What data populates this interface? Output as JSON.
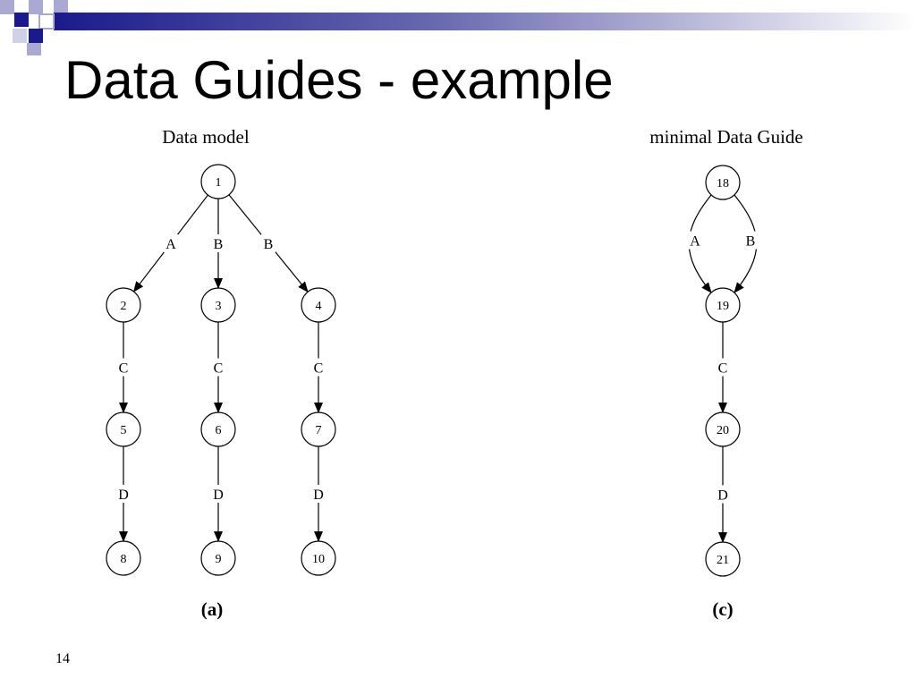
{
  "slide": {
    "title": "Data Guides - example",
    "number": "14"
  },
  "colors": {
    "accent": "#1a1a8c",
    "accent_light": "#a9a9d4",
    "text": "#000000"
  },
  "data_model": {
    "heading": "Data model",
    "caption": "(a)",
    "nodes": [
      "1",
      "2",
      "3",
      "4",
      "5",
      "6",
      "7",
      "8",
      "9",
      "10"
    ],
    "edges": [
      {
        "from": "1",
        "to": "2",
        "label": "A"
      },
      {
        "from": "1",
        "to": "3",
        "label": "B"
      },
      {
        "from": "1",
        "to": "4",
        "label": "B"
      },
      {
        "from": "2",
        "to": "5",
        "label": "C"
      },
      {
        "from": "3",
        "to": "6",
        "label": "C"
      },
      {
        "from": "4",
        "to": "7",
        "label": "C"
      },
      {
        "from": "5",
        "to": "8",
        "label": "D"
      },
      {
        "from": "6",
        "to": "9",
        "label": "D"
      },
      {
        "from": "7",
        "to": "10",
        "label": "D"
      }
    ]
  },
  "data_guide": {
    "heading": "minimal Data Guide",
    "caption": "(c)",
    "nodes": [
      "18",
      "19",
      "20",
      "21"
    ],
    "edges": [
      {
        "from": "18",
        "to": "19",
        "label": "A"
      },
      {
        "from": "18",
        "to": "19",
        "label": "B"
      },
      {
        "from": "19",
        "to": "20",
        "label": "C"
      },
      {
        "from": "20",
        "to": "21",
        "label": "D"
      }
    ]
  }
}
